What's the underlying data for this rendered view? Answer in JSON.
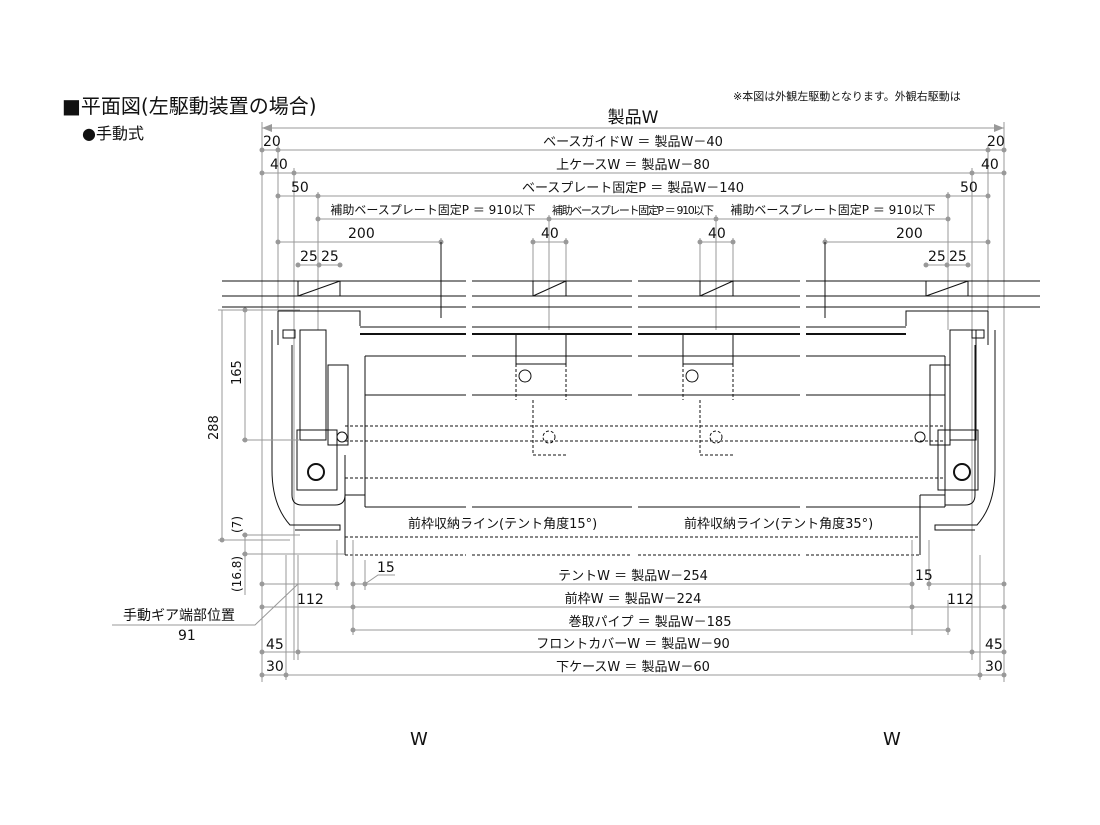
{
  "title": "■平面図(左駆動装置の場合)",
  "subtitle": "●手動式",
  "note": "※本図は外観左駆動となります。外観右駆動は",
  "dims": {
    "product_w": "製品W",
    "base_guide": "ベースガイドW ＝ 製品W－40",
    "upper_case": "上ケースW ＝ 製品W－80",
    "base_plate": "ベースプレート固定P ＝ 製品W－140",
    "aux_plate_1": "補助ベースプレート固定P ＝ 910以下",
    "aux_plate_2": "補助ベースプレート固定P ＝ 910以下",
    "aux_plate_3": "補助ベースプレート固定P ＝ 910以下",
    "tent": "テントW ＝ 製品W－254",
    "front_frame": "前枠W ＝ 製品W－224",
    "roll_pipe": "巻取パイプ ＝ 製品W－185",
    "front_cover": "フロントカバーW ＝ 製品W－90",
    "lower_case": "下ケースW ＝ 製品W－60",
    "line_15": "前枠収納ライン(テント角度15°)",
    "line_35": "前枠収納ライン(テント角度35°)",
    "gear_label": "手動ギア端部位置",
    "gear_value": "91",
    "v165": "165",
    "v288": "288",
    "v7": "(7)",
    "v168": "(16.8)",
    "n20": "20",
    "n40": "40",
    "n50": "50",
    "n200": "200",
    "n25": "25",
    "n15": "15",
    "n112": "112",
    "n45": "45",
    "n30": "30",
    "w": "W"
  }
}
